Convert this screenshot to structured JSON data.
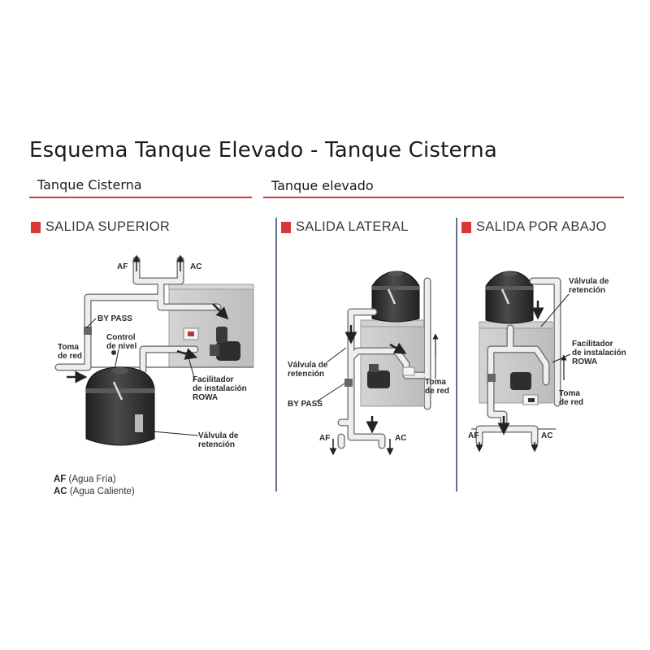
{
  "title": "Esquema Tanque Elevado - Tanque Cisterna",
  "subheadings": {
    "cistern": "Tanque Cisterna",
    "elevated": "Tanque elevado"
  },
  "sections": {
    "superior": "SALIDA SUPERIOR",
    "lateral": "SALIDA LATERAL",
    "abajo": "SALIDA POR ABAJO"
  },
  "labels": {
    "af": "AF",
    "ac": "AC",
    "by_pass": "BY PASS",
    "toma_de_red": "Toma\nde red",
    "control_de_nivel": "Control\nde nivel",
    "facilitador": "Facilitador\nde instalación\nROWA",
    "valvula_retencion_1": "Válvula de\nretención",
    "valvula_retencion_2": "Válvula de\nretención",
    "by_pass_2": "BY PASS",
    "toma_de_red_2": "Toma\nde red",
    "valvula_retencion_3": "Válvula de\nretención",
    "facilitador_3": "Facilitador\nde instalación\nROWA",
    "toma_de_red_3": "Toma\nde red"
  },
  "legend": {
    "af_abbr": "AF",
    "af_text": "(Agua Fría)",
    "ac_abbr": "AC",
    "ac_text": "(Agua Caliente)"
  },
  "colors": {
    "accent": "#d9383a",
    "divider": "#6a6e8a",
    "pipe": "#e9e9e9",
    "tank": "#3b3b3b",
    "wall": "#c9c9c9"
  }
}
